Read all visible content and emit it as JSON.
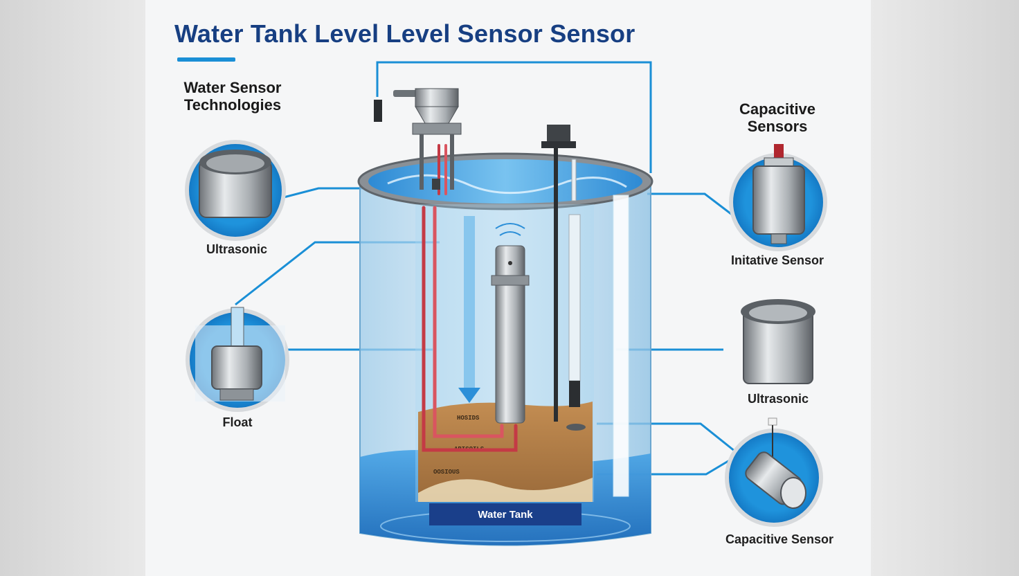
{
  "title": "Water Tank Level Level Sensor Sensor",
  "left_heading": {
    "line1": "Water Sensor",
    "line2": "Technologies"
  },
  "right_heading": {
    "line1": "Capacitive",
    "line2": "Sensors"
  },
  "sensors": {
    "ultrasonic_left": "Ultrasonic",
    "float_left": "Float",
    "initative_right": "Initative Sensor",
    "ultrasonic_right": "Ultrasonic",
    "capacitive_right": "Capacitive Sensor"
  },
  "tank": {
    "label": "Water Tank",
    "sediment_labels": [
      "HOSIDS",
      "ABISOILS",
      "OOSIOUS"
    ]
  },
  "colors": {
    "title": "#173f82",
    "accent": "#1a8fd6",
    "water": "#2e8fd8",
    "sediment": "#b5804a",
    "tank_label_bg": "#1a3f8a",
    "wire": "#c43a45"
  }
}
